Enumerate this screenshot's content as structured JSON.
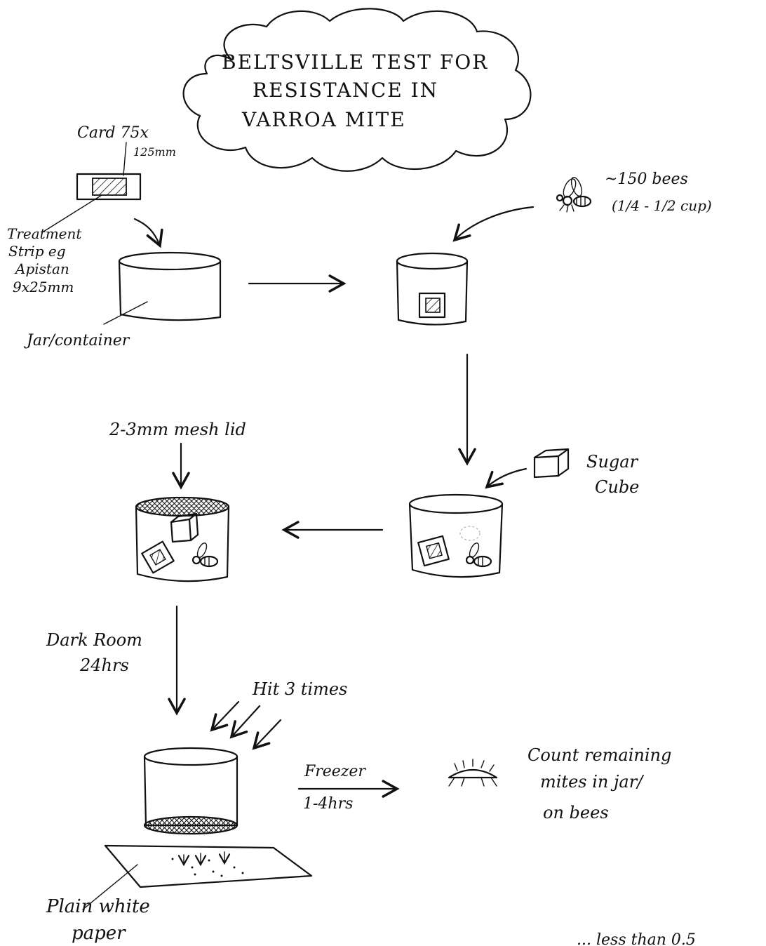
{
  "title": {
    "line1": "BELTSVILLE TEST FOR",
    "line2": "RESISTANCE IN",
    "line3": "VARROA MITE"
  },
  "labels": {
    "card_line1": "Card 75x",
    "card_line2": "125mm",
    "treatment_line1": "Treatment",
    "treatment_line2": "Strip eg",
    "treatment_line3": "Apistan",
    "treatment_line4": "9x25mm",
    "jar": "Jar/container",
    "bees_line1": "~150 bees",
    "bees_line2": "(1/4 - 1/2 cup)",
    "mesh_lid": "2-3mm mesh lid",
    "sugar_line1": "Sugar",
    "sugar_line2": "Cube",
    "dark_room_line1": "Dark Room",
    "dark_room_line2": "24hrs",
    "hit": "Hit 3 times",
    "freezer_line1": "Freezer",
    "freezer_line2": "1-4hrs",
    "count_line1": "Count remaining",
    "count_line2": "mites in jar/",
    "count_line3": "on bees",
    "paper_line1": "Plain white",
    "paper_line2": "paper",
    "footer": "... less than 0.5"
  }
}
